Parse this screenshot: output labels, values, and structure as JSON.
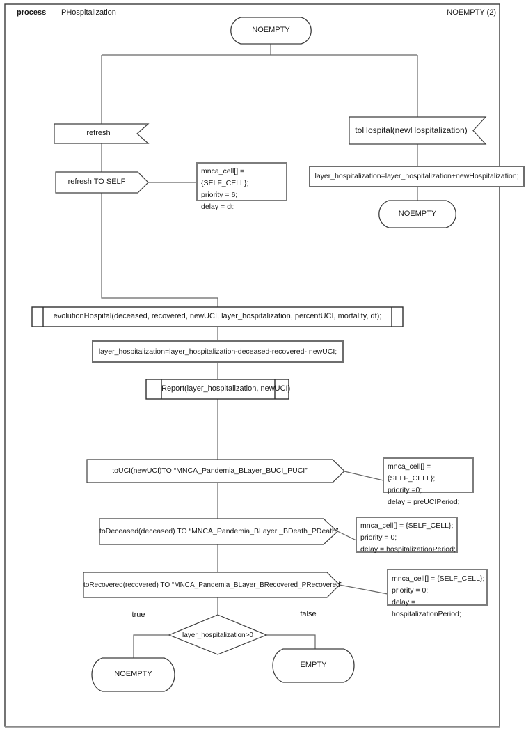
{
  "header": {
    "kind": "process",
    "title": "PHospitalization",
    "page_ref": "NOEMPTY (2)"
  },
  "states": {
    "start": "NOEMPTY",
    "right": "NOEMPTY",
    "bottom_true": "NOEMPTY",
    "bottom_false": "EMPTY"
  },
  "signals": {
    "refresh_in": "refresh",
    "refresh_out": "refresh TO SELF",
    "to_hospital_in": "toHospital(newHospitalization)",
    "to_uci_out": "toUCI(newUCI)TO “MNCA_Pandemia_BLayer_BUCI_PUCI”",
    "to_deceased_out": "toDeceased(deceased) TO “MNCA_Pandemia_BLayer _BDeath_PDeath”",
    "to_recovered_out": "toRecovered(recovered) TO “MNCA_Pandemia_BLayer_BRecovered_PRecovered”"
  },
  "tasks": {
    "add": "layer_hospitalization=layer_hospitalization+newHospitalization;",
    "update": "layer_hospitalization=layer_hospitalization-deceased-recovered- newUCI;"
  },
  "procedures": {
    "evolution": "evolutionHospital(deceased, recovered, newUCI, layer_hospitalization, percentUCI, mortality, dt);",
    "report": "Report(layer_hospitalization, newUCI)"
  },
  "comments": {
    "refresh": "mnca_cell[] = {SELF_CELL};\npriority = 6;\ndelay = dt;",
    "to_uci": "mnca_cell[] = {SELF_CELL};\npriority =0;\ndelay = preUCIPeriod;",
    "to_deceased": "mnca_cell[] = {SELF_CELL};\npriority = 0;\ndelay = hospitalizationPeriod;",
    "to_recovered": "mnca_cell[] = {SELF_CELL};\npriority = 0;\ndelay = hospitalizationPeriod;"
  },
  "decision": {
    "condition": "layer_hospitalization>0",
    "true_label": "true",
    "false_label": "false"
  },
  "colors": {
    "stroke": "#3f3f3f",
    "line": "#666666",
    "comment_stroke": "#7d7d7d",
    "background": "#ffffff"
  }
}
